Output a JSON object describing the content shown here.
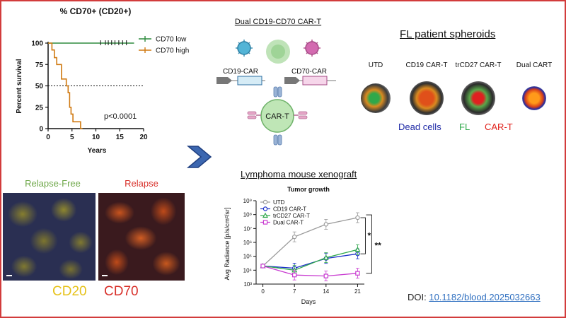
{
  "colors": {
    "frame_border": "#d23c3c",
    "low": "#2e8b3e",
    "high": "#d07a12",
    "arrow": "#2f5fa8",
    "dead_cells": "#1f2aa6",
    "fl": "#2ea84a",
    "cart": "#e0201a",
    "cd20": "#e6c21a",
    "cd70": "#d8302a",
    "relapse_free": "#6fa84a",
    "relapse": "#d8302a",
    "doi_link": "#2f6fc0",
    "utd": "#9a9a9a",
    "cd19": "#1a2ec8",
    "trcd27": "#2fa84a",
    "dual": "#c83ad0"
  },
  "survival": {
    "chart_data": {
      "type": "line",
      "title": "% CD70+ (CD20+)",
      "xlabel": "Years",
      "ylabel": "Percent survival",
      "xlim": [
        0,
        20
      ],
      "ylim": [
        0,
        100
      ],
      "xticks": [
        "0",
        "5",
        "10",
        "15",
        "20"
      ],
      "yticks": [
        "0",
        "25",
        "50",
        "75",
        "100"
      ],
      "reference_line_y": 50,
      "annotation": "p<0.0001",
      "legend_position": "top-right",
      "series": [
        {
          "name": "CD70 low",
          "points": [
            [
              0,
              100
            ],
            [
              18,
              100
            ]
          ],
          "censor_x": [
            11,
            12,
            12.6,
            13.3,
            14,
            14.8,
            15.6,
            16.4
          ]
        },
        {
          "name": "CD70 high",
          "points": [
            [
              0,
              100
            ],
            [
              0.8,
              100
            ],
            [
              0.8,
              92
            ],
            [
              1.3,
              92
            ],
            [
              1.3,
              83
            ],
            [
              1.8,
              83
            ],
            [
              1.8,
              75
            ],
            [
              2.8,
              75
            ],
            [
              2.8,
              58
            ],
            [
              3.8,
              58
            ],
            [
              3.8,
              50
            ],
            [
              4.2,
              50
            ],
            [
              4.2,
              42
            ],
            [
              4.5,
              42
            ],
            [
              4.5,
              25
            ],
            [
              4.8,
              25
            ],
            [
              4.8,
              17
            ],
            [
              5.2,
              17
            ],
            [
              5.2,
              8
            ],
            [
              6.8,
              8
            ],
            [
              6.8,
              0
            ],
            [
              7.2,
              0
            ]
          ],
          "censor_x": []
        }
      ]
    }
  },
  "dual_cart": {
    "title": "Dual CD19-CD70  CAR-T",
    "cd19_label": "CD19-CAR",
    "cd70_label": "CD70-CAR",
    "cart_label": "CAR-T"
  },
  "spheroids": {
    "title": "FL patient  spheroids",
    "columns": [
      "UTD",
      "CD19 CAR-T",
      "trCD27 CAR-T",
      "Dual CART"
    ],
    "legend": [
      "Dead cells",
      "FL",
      "CAR-T"
    ]
  },
  "histology": {
    "relapse_free": "Relapse-Free",
    "relapse": "Relapse",
    "cd20": "CD20",
    "cd70": "CD70"
  },
  "xenograft": {
    "title": "Lymphoma mouse xenograft",
    "chart_data": {
      "type": "line",
      "title": "Tumor growth",
      "xlabel": "Days",
      "ylabel": "Avg Radiance [p/s/cm²/sr]",
      "yscale": "log",
      "ylim": [
        1000,
        1000000000
      ],
      "x": [
        0,
        7,
        14,
        21
      ],
      "xticks": [
        "0",
        "7",
        "14",
        "21"
      ],
      "yticks": [
        "10³",
        "10⁴",
        "10⁵",
        "10⁶",
        "10⁷",
        "10⁸",
        "10⁹"
      ],
      "legend_position": "top-left",
      "series": [
        {
          "name": "UTD",
          "values": [
            20000,
            2500000,
            20000000,
            60000000
          ]
        },
        {
          "name": "CD19 CAR-T",
          "values": [
            20000,
            14000,
            70000,
            150000
          ]
        },
        {
          "name": "trCD27 CAR-T",
          "values": [
            20000,
            10000,
            80000,
            300000
          ]
        },
        {
          "name": "Dual CAR-T",
          "values": [
            20000,
            4500,
            3800,
            6000
          ]
        }
      ],
      "significance": [
        "*",
        "**"
      ]
    }
  },
  "doi": {
    "prefix": "DOI: ",
    "link": "10.1182/blood.2025032663"
  }
}
